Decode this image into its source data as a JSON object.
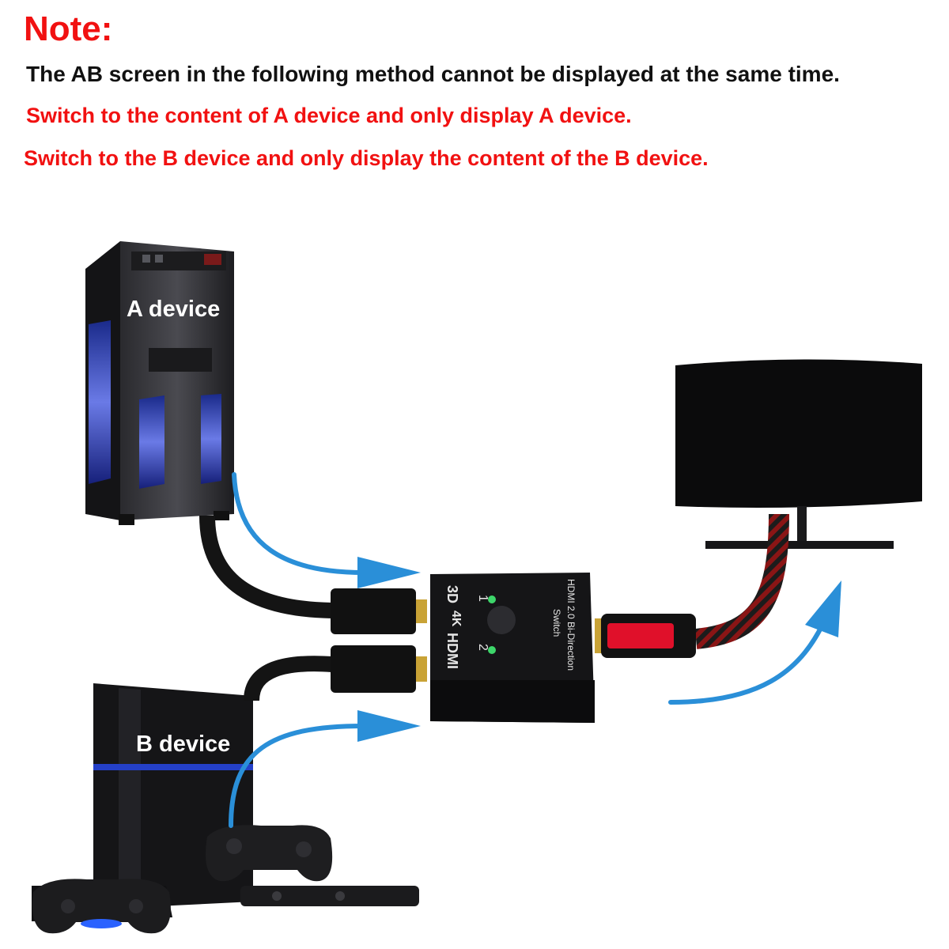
{
  "note": {
    "title": "Note:",
    "line1": "The AB screen in the following method cannot be displayed at the same time.",
    "line2": "Switch to the content of A device and only display A device.",
    "line3": "Switch to the B device and only display the content of the B device."
  },
  "devices": {
    "a_label": "A device",
    "b_label": "B device"
  },
  "switch_box": {
    "brand_3d": "3D",
    "brand_4k": "4K",
    "brand_hdmi": "HDMI",
    "title_line1": "HDMI 2.0 Bi-Direction",
    "title_line2": "Switch",
    "port1": "1",
    "port2": "2"
  },
  "colors": {
    "note_red": "#f11111",
    "arrow_blue": "#2a8fd8",
    "led_green": "#3dd66a"
  }
}
